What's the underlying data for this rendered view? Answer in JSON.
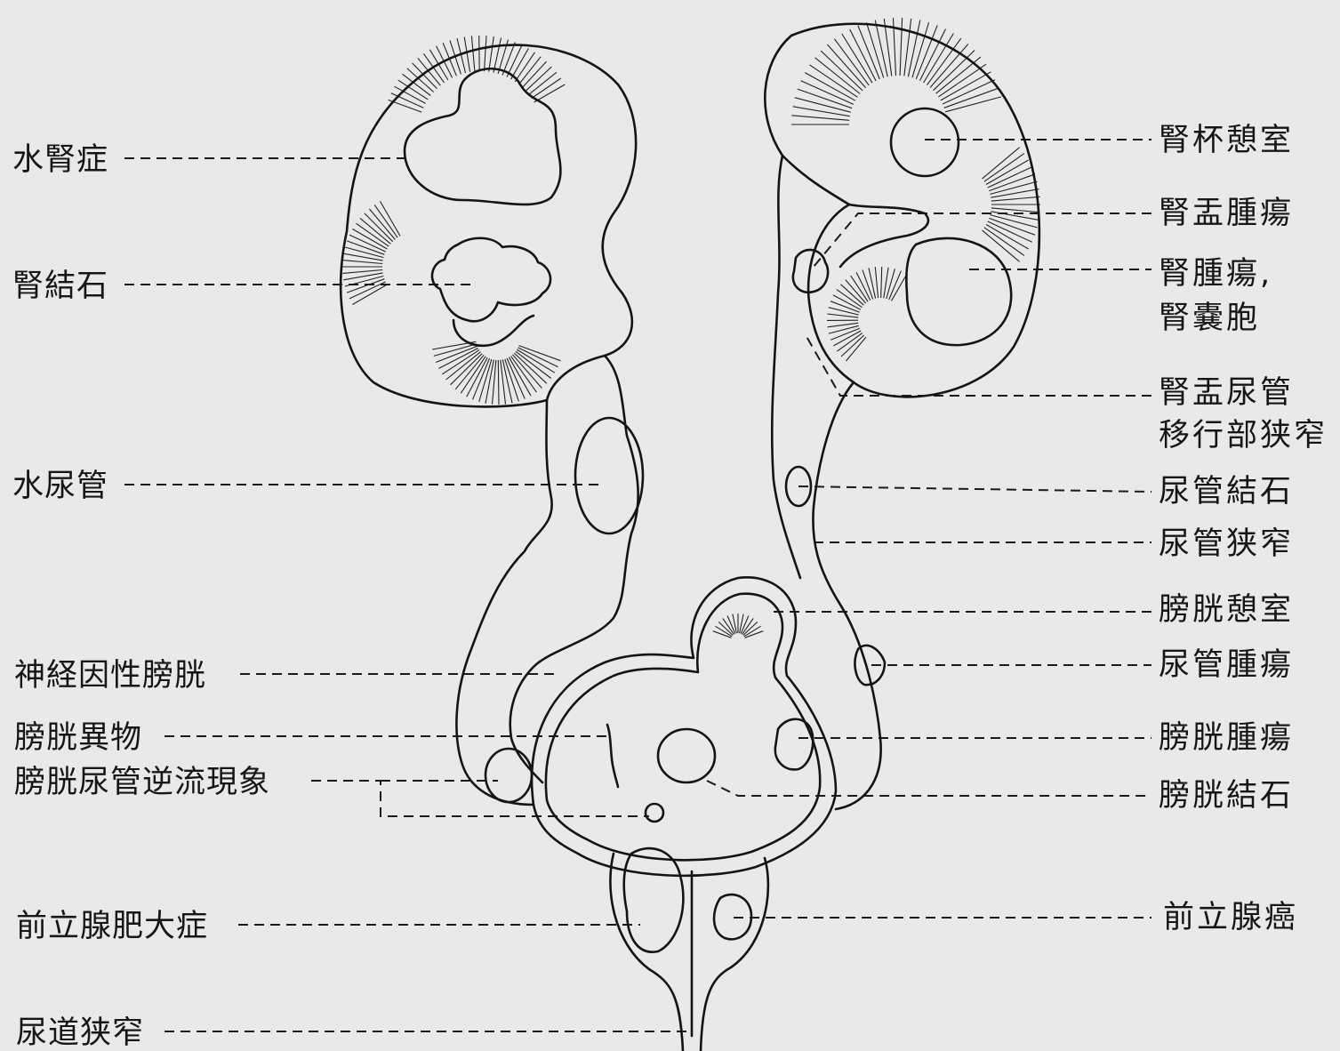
{
  "left_labels": {
    "hydronephrosis": "水腎症",
    "kidney_stone": "腎結石",
    "hydroureter": "水尿管",
    "neurogenic_bladder": "神経因性膀胱",
    "bladder_foreign_body": "膀胱異物",
    "vesicoureteral_reflux": "膀胱尿管逆流現象",
    "bph": "前立腺肥大症",
    "urethral_stricture": "尿道狭窄"
  },
  "right_labels": {
    "calyceal_diverticulum": "腎杯憩室",
    "renal_pelvis_tumor": "腎盂腫瘍",
    "renal_tumor_line1": "腎腫瘍,",
    "renal_tumor_line2": "腎嚢胞",
    "upj_line1": "腎盂尿管",
    "upj_line2": "移行部狭窄",
    "ureteral_stone": "尿管結石",
    "ureteral_stricture": "尿管狭窄",
    "bladder_diverticulum": "膀胱憩室",
    "ureteral_tumor": "尿管腫瘍",
    "bladder_tumor": "膀胱腫瘍",
    "bladder_stone": "膀胱結石",
    "prostate_cancer": "前立腺癌"
  }
}
